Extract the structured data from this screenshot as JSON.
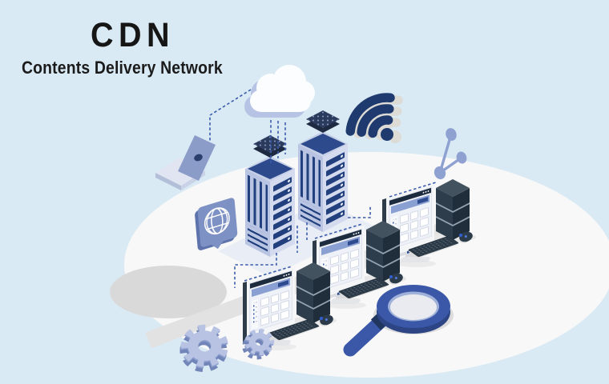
{
  "header": {
    "title": "CDN",
    "subtitle": "Contents Delivery Network"
  },
  "palette": {
    "background": "#d9eaf4",
    "ground_white": "#f8f8f8",
    "shadow_gray": "#d9d9d9",
    "navy": "#1e3a6e",
    "panel_blue": "#2c4a8c",
    "periwinkle": "#8c9cc9",
    "periwinkle_light": "#c6cfe8",
    "slate_dark": "#2b3947",
    "accent_blue": "#3a57a8",
    "dash_link_blue": "#3b5cab",
    "metal_gray": "#dcdbd6",
    "text": "#161616"
  },
  "illustration": {
    "icons": [
      {
        "name": "cloud-icon",
        "count": 1
      },
      {
        "name": "laptop-icon",
        "count": 1
      },
      {
        "name": "wifi-icon",
        "count": 1
      },
      {
        "name": "share-nodes-icon",
        "count": 1
      },
      {
        "name": "globe-badge-icon",
        "count": 1
      },
      {
        "name": "server-tower-icon",
        "count": 2
      },
      {
        "name": "workstation-monitor-icon",
        "count": 3
      },
      {
        "name": "pc-tower-icon",
        "count": 3
      },
      {
        "name": "keyboard-icon",
        "count": 3
      },
      {
        "name": "mouse-icon",
        "count": 3
      },
      {
        "name": "magnifier-icon",
        "count": 1
      },
      {
        "name": "gear-icon",
        "count": 2
      }
    ],
    "dashed_links": [
      "cloud-to-laptop",
      "cloud-to-server-1",
      "cloud-to-server-2",
      "cloud-to-server-3",
      "server-to-monitor-1",
      "server-to-monitor-2",
      "server-to-monitor-3"
    ]
  }
}
